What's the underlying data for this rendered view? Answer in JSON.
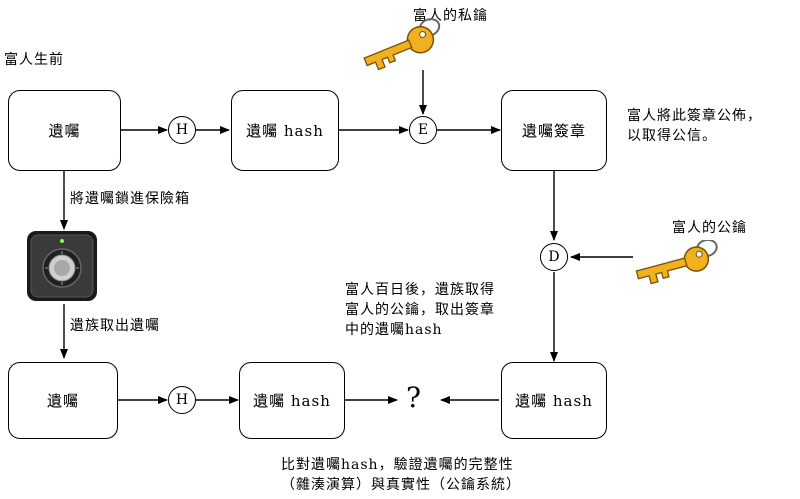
{
  "labels": {
    "before_death": "富人生前",
    "private_key": "富人的私鑰",
    "public_key": "富人的公鑰",
    "publish_signature": "富人將此簽章公佈，\n以取得公信。",
    "lock_in_safe": "將遺囑鎖進保險箱",
    "heirs_take_out": "遺族取出遺囑",
    "after_hundred_days": "富人百日後，遺族取得\n富人的公鑰，取出簽章\n中的遺囑hash",
    "compare": "比對遺囑hash，驗證遺囑的完整性\n（雜湊演算）與真實性（公鑰系統）"
  },
  "boxes": {
    "will_top": "遺囑",
    "will_hash_top": "遺囑 hash",
    "will_signature": "遺囑簽章",
    "will_bottom": "遺囑",
    "will_hash_bottom": "遺囑 hash",
    "will_hash_decrypted": "遺囑 hash"
  },
  "nodes": {
    "hash_top": "H",
    "encrypt": "E",
    "decrypt": "D",
    "hash_bottom": "H",
    "question": "?"
  },
  "icons": {
    "private_key": "key-icon",
    "public_key": "key-icon",
    "safe": "safe-icon"
  },
  "colors": {
    "key_gold": "#f0b020",
    "key_outline": "#7a5200",
    "safe_dark": "#1a1a1a",
    "safe_led": "#7cff5a"
  }
}
